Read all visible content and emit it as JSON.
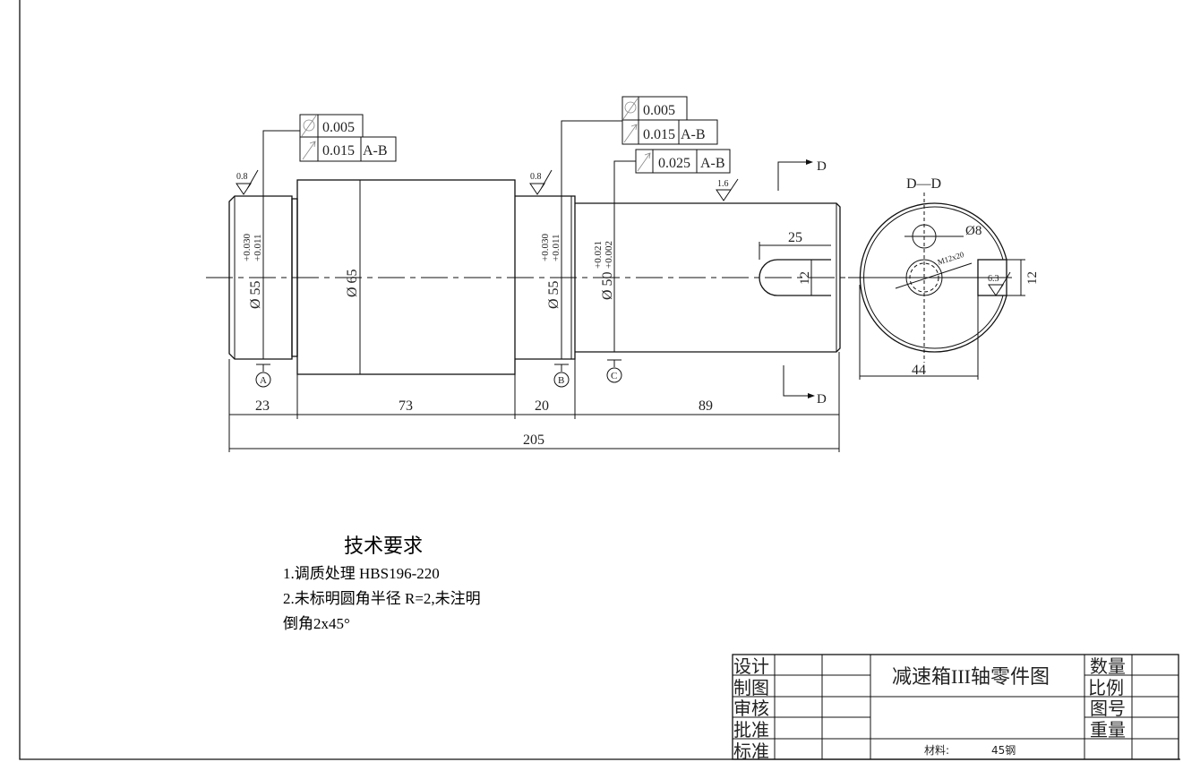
{
  "drawing": {
    "title": "减速箱III轴零件图",
    "section_label": "D—D",
    "section_marks": [
      "D",
      "D"
    ],
    "gdt": {
      "left": [
        {
          "symbol": "cylindricity",
          "value": "0.005",
          "datum": ""
        },
        {
          "symbol": "circular-runout",
          "value": "0.015",
          "datum": "A-B"
        }
      ],
      "right": [
        {
          "symbol": "cylindricity",
          "value": "0.005",
          "datum": ""
        },
        {
          "symbol": "circular-runout",
          "value": "0.015",
          "datum": "A-B"
        }
      ],
      "shaft_end": {
        "symbol": "circular-runout",
        "value": "0.025",
        "datum": "A-B"
      }
    },
    "roughness": [
      "0.8",
      "0.8",
      "1.6",
      "6.3"
    ],
    "diameters": {
      "d1": {
        "label": "Ø 55",
        "upper": "+0.030",
        "lower": "+0.011"
      },
      "d2": {
        "label": "Ø 65"
      },
      "d3": {
        "label": "Ø 55",
        "upper": "+0.030",
        "lower": "+0.011"
      },
      "d4": {
        "label": "Ø 50",
        "upper": "+0.021",
        "lower": "+0.002"
      }
    },
    "datums": [
      "A",
      "B",
      "C"
    ],
    "lengths": [
      "23",
      "73",
      "20",
      "89"
    ],
    "overall_length": "205",
    "keyway_length": "25",
    "keyway_width": "12",
    "section_dims": {
      "hole": "Ø8",
      "thread": "M12x20",
      "depth": "44",
      "width": "12"
    }
  },
  "tech_requirements": {
    "heading": "技术要求",
    "items": [
      "1.调质处理 HBS196-220",
      "2.未标明圆角半径 R=2,未注明",
      "倒角2x45°"
    ]
  },
  "title_block": {
    "roles": [
      "设计",
      "制图",
      "审核",
      "批准",
      "标准"
    ],
    "right_labels": [
      "数量",
      "比例",
      "图号",
      "重量"
    ],
    "material_label": "材料:",
    "material_value": "45钢"
  }
}
